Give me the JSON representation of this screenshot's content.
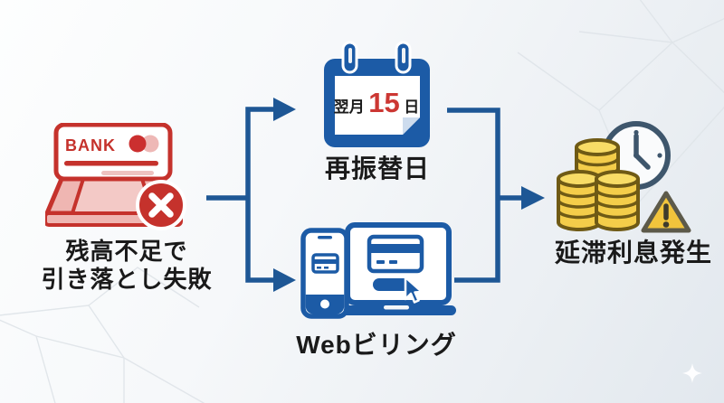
{
  "colors": {
    "accent_blue": "#1C5BA6",
    "connector_blue": "#1E5795",
    "alert_red": "#C5322C",
    "pink_tint": "#F0BCB9",
    "coin_gold": "#F4CD4A",
    "coin_gold_light": "#F8DC66",
    "coin_outline": "#6F5A15",
    "warning_yellow": "#F2C43C",
    "clock_slate": "#3E566C",
    "date_red": "#CC3733",
    "text_dark": "#1A1A1A",
    "background": "#EEF1F4"
  },
  "flow": {
    "bank": {
      "icon": "bank-passbook-with-error-icon",
      "card_brand": "BANK",
      "label_line1": "残高不足で",
      "label_line2": "引き落とし失敗"
    },
    "branch_retry": {
      "icon": "calendar-icon",
      "date_prefix": "翌月",
      "date_day": "15",
      "date_suffix": "日",
      "label": "再振替日"
    },
    "branch_web": {
      "icon": "devices-web-payment-icon",
      "label": "Webビリング"
    },
    "result": {
      "icon": "coins-clock-warning-icon",
      "label": "延滞利息発生"
    }
  },
  "decorations": {
    "background_pattern": "low-poly-mesh-lines",
    "sparkle": "four-point-star"
  }
}
